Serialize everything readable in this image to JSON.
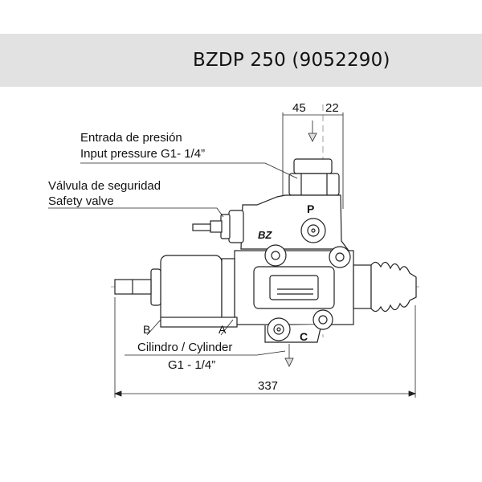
{
  "header": {
    "title": "BZDP 250 (9052290)"
  },
  "drawing": {
    "dim_top_left": "45",
    "dim_top_right": "22",
    "dim_overall": "337",
    "label_inlet_es": "Entrada de presión",
    "label_inlet_en": "Input pressure G1- 1/4”",
    "label_safety_es": "Válvula de seguridad",
    "label_safety_en": "Safety valve",
    "port_b": "B",
    "port_a": "A",
    "port_p": "P",
    "port_c": "C",
    "label_cylinder": "Cilindro / Cylinder",
    "label_cylinder_thread": "G1 - 1/4”",
    "logo": "BZ"
  }
}
